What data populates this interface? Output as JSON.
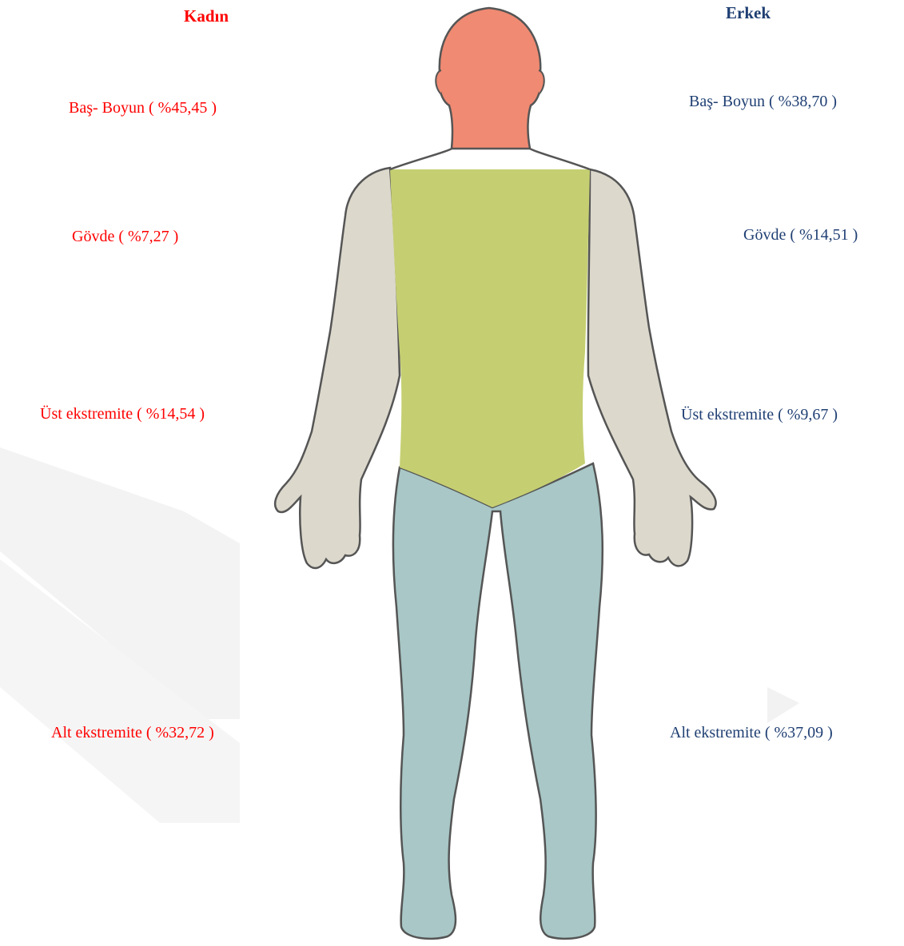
{
  "colors": {
    "female_text": "#ff0000",
    "male_text": "#1f3f73",
    "head_neck": "#f08a72",
    "trunk": "#c5cf72",
    "upper_extremity": "#dcd8cc",
    "lower_extremity": "#a8c7c6",
    "outline": "#555555"
  },
  "female": {
    "heading": "Kadın",
    "labels": [
      {
        "region": "Baş- Boyun",
        "text": "Baş- Boyun ( %45,45 )",
        "percent": 45.45
      },
      {
        "region": "Gövde",
        "text": "Gövde ( %7,27 )",
        "percent": 7.27
      },
      {
        "region": "Üst ekstremite",
        "text": "Üst ekstremite ( %14,54 )",
        "percent": 14.54
      },
      {
        "region": "Alt ekstremite",
        "text": "Alt ekstremite ( %32,72 )",
        "percent": 32.72
      }
    ]
  },
  "male": {
    "heading": "Erkek",
    "labels": [
      {
        "region": "Baş- Boyun",
        "text": "Baş- Boyun ( %38,70 )",
        "percent": 38.7
      },
      {
        "region": "Gövde",
        "text": "Gövde ( %14,51 )",
        "percent": 14.51
      },
      {
        "region": "Üst ekstremite",
        "text": "Üst ekstremite ( %9,67 )",
        "percent": 9.67
      },
      {
        "region": "Alt ekstremite",
        "text": "Alt ekstremite ( %37,09 )",
        "percent": 37.09
      }
    ]
  }
}
